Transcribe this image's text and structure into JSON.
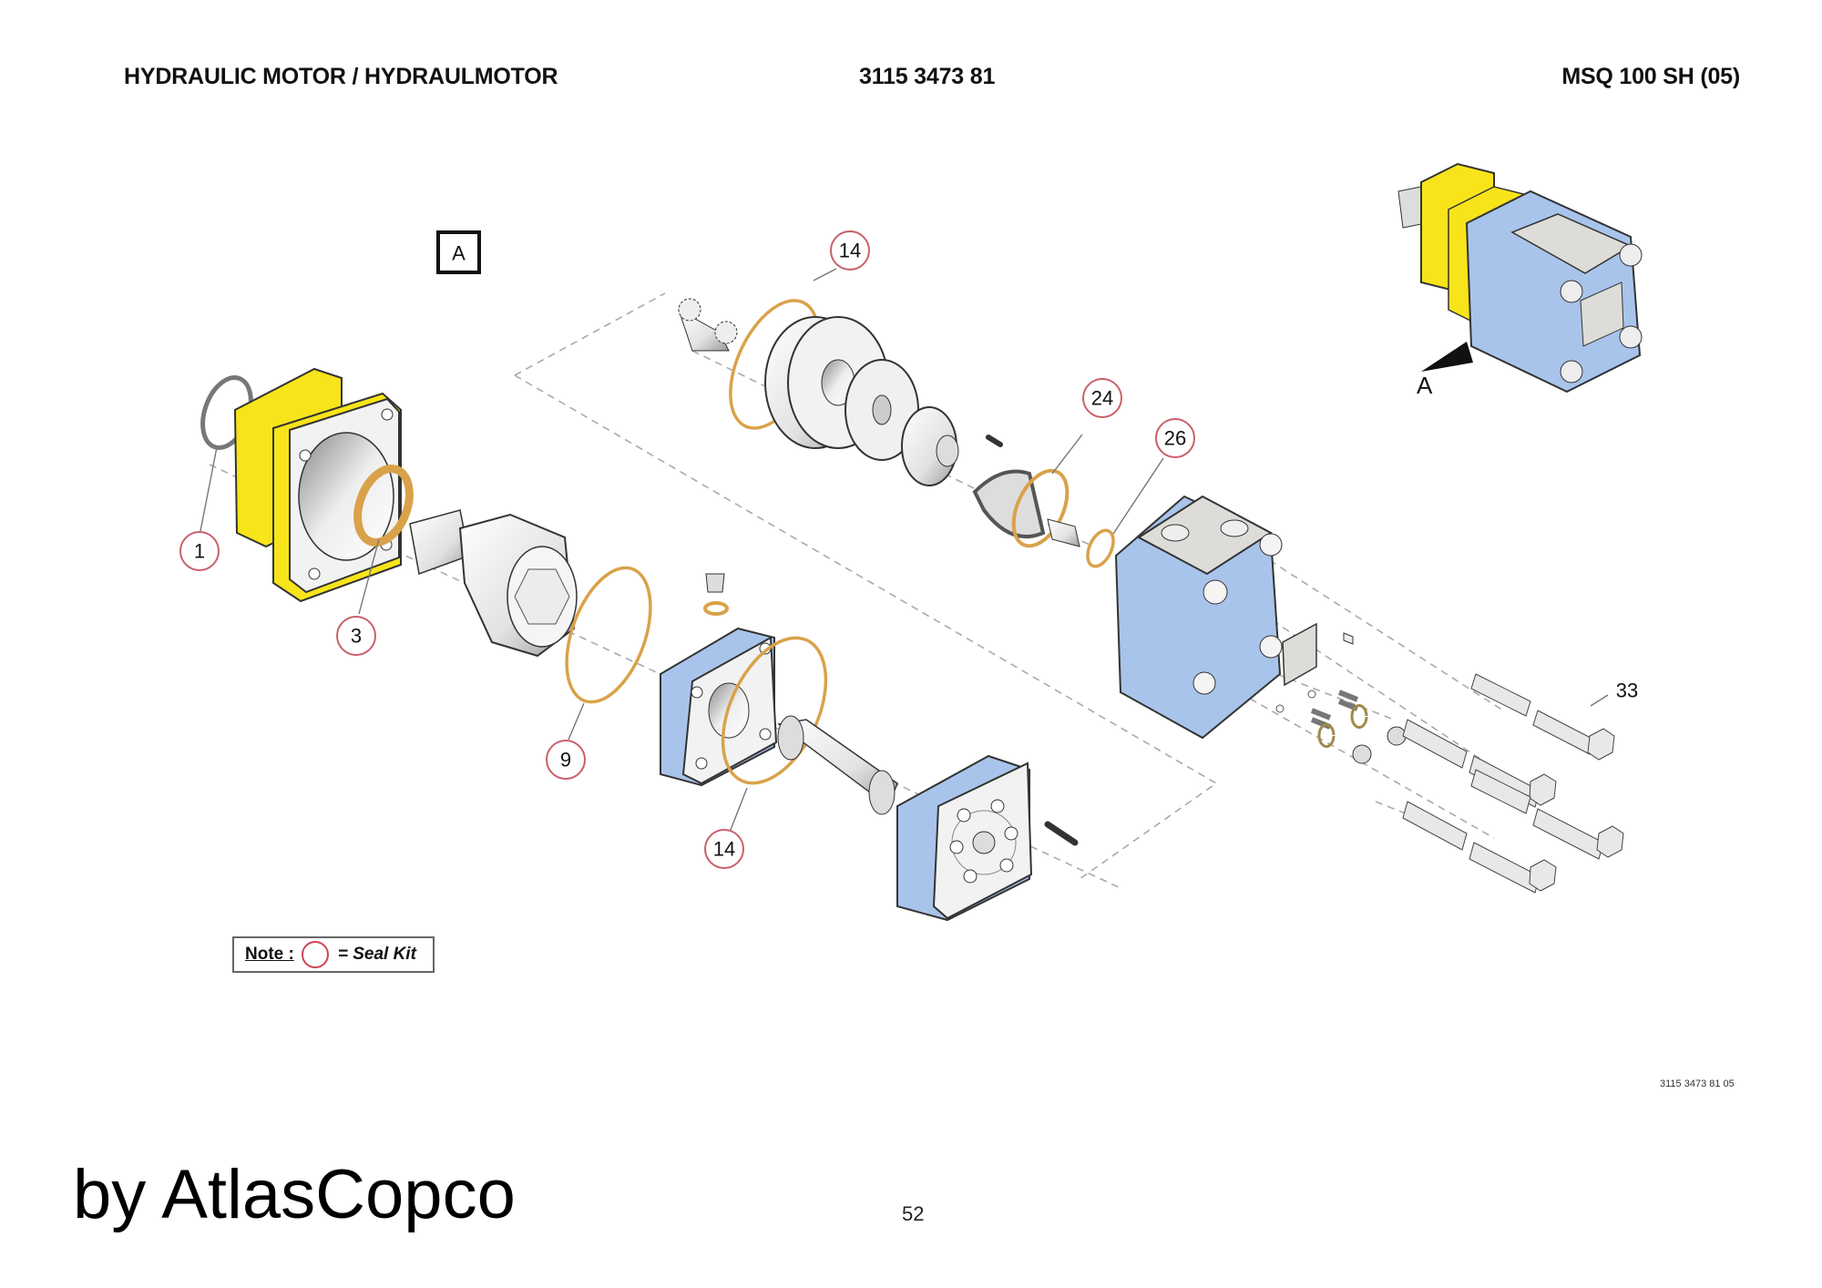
{
  "header": {
    "title": "HYDRAULIC MOTOR / HYDRAULMOTOR",
    "part_number": "3115 3473 81",
    "model": "MSQ 100 SH (05)"
  },
  "view_label": "A",
  "assembly_view_label": "A",
  "callouts": [
    {
      "id": "c1",
      "label": "1",
      "seal_kit": true
    },
    {
      "id": "c3",
      "label": "3",
      "seal_kit": true
    },
    {
      "id": "c9",
      "label": "9",
      "seal_kit": true
    },
    {
      "id": "c14a",
      "label": "14",
      "seal_kit": true
    },
    {
      "id": "c14b",
      "label": "14",
      "seal_kit": true
    },
    {
      "id": "c24",
      "label": "24",
      "seal_kit": true
    },
    {
      "id": "c26",
      "label": "26",
      "seal_kit": true
    },
    {
      "id": "c33",
      "label": "33",
      "seal_kit": false
    }
  ],
  "note": {
    "label": "Note :",
    "text": "= Seal Kit"
  },
  "drawing_number": "3115 3473 81 05",
  "publisher": "by AtlasCopco",
  "page_number": "52",
  "colors": {
    "housing_yellow": "#f7e41a",
    "body_blue": "#a9c4ea",
    "seal_ring": "#d9a24a",
    "callout_ring": "#c9606a",
    "metal_grey": "#e6e6e6"
  }
}
